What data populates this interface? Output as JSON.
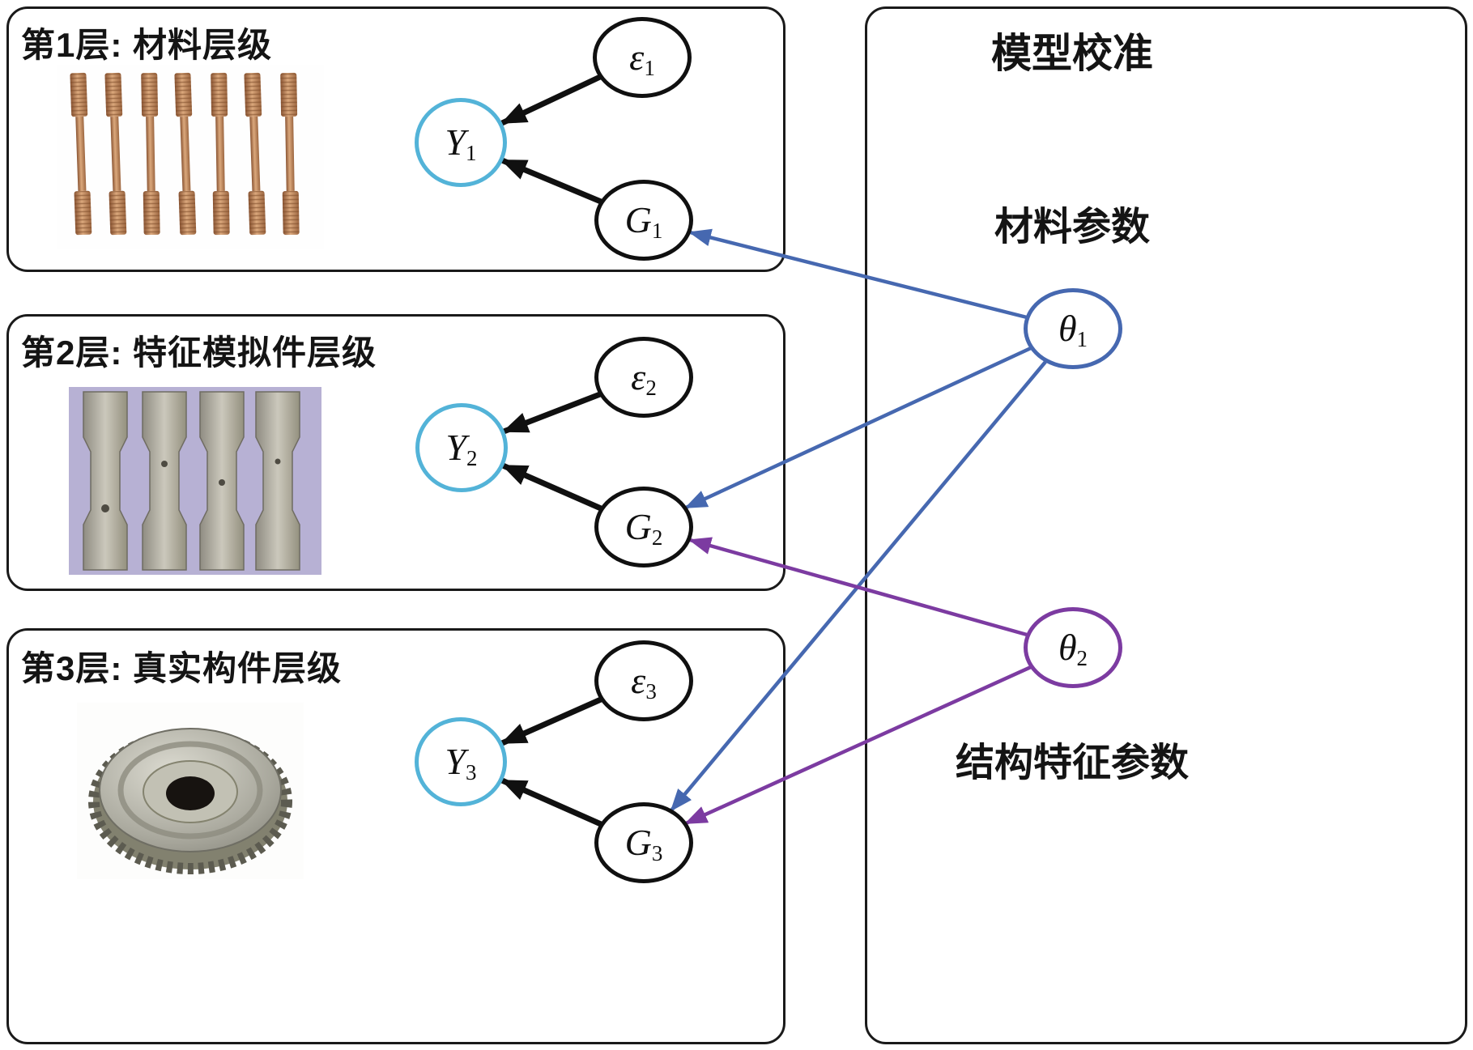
{
  "colors": {
    "outline": "#1a1a1a",
    "node_black": "#101010",
    "y_node": "#53b3d8",
    "theta1_blue": "#4668b0",
    "theta2_purple": "#7c3ba1",
    "arrow_black": "#101010"
  },
  "layers": [
    {
      "title": "第1层: 材料层级",
      "image": "tensile-rod-specimens-photo",
      "nodes": {
        "epsilon": {
          "symbol": "ε",
          "sub": "1"
        },
        "y": {
          "symbol": "Y",
          "sub": "1"
        },
        "g": {
          "symbol": "G",
          "sub": "1"
        }
      }
    },
    {
      "title": "第2层: 特征模拟件层级",
      "image": "flat-dogbone-specimens-photo",
      "nodes": {
        "epsilon": {
          "symbol": "ε",
          "sub": "2"
        },
        "y": {
          "symbol": "Y",
          "sub": "2"
        },
        "g": {
          "symbol": "G",
          "sub": "2"
        }
      }
    },
    {
      "title": "第3层: 真实构件层级",
      "image": "gear-disc-component-photo",
      "nodes": {
        "epsilon": {
          "symbol": "ε",
          "sub": "3"
        },
        "y": {
          "symbol": "Y",
          "sub": "3"
        },
        "g": {
          "symbol": "G",
          "sub": "3"
        }
      }
    }
  ],
  "calibration": {
    "title": "模型校准",
    "material_label": "材料参数",
    "structure_label": "结构特征参数",
    "theta1": {
      "symbol": "θ",
      "sub": "1"
    },
    "theta2": {
      "symbol": "θ",
      "sub": "2"
    }
  }
}
